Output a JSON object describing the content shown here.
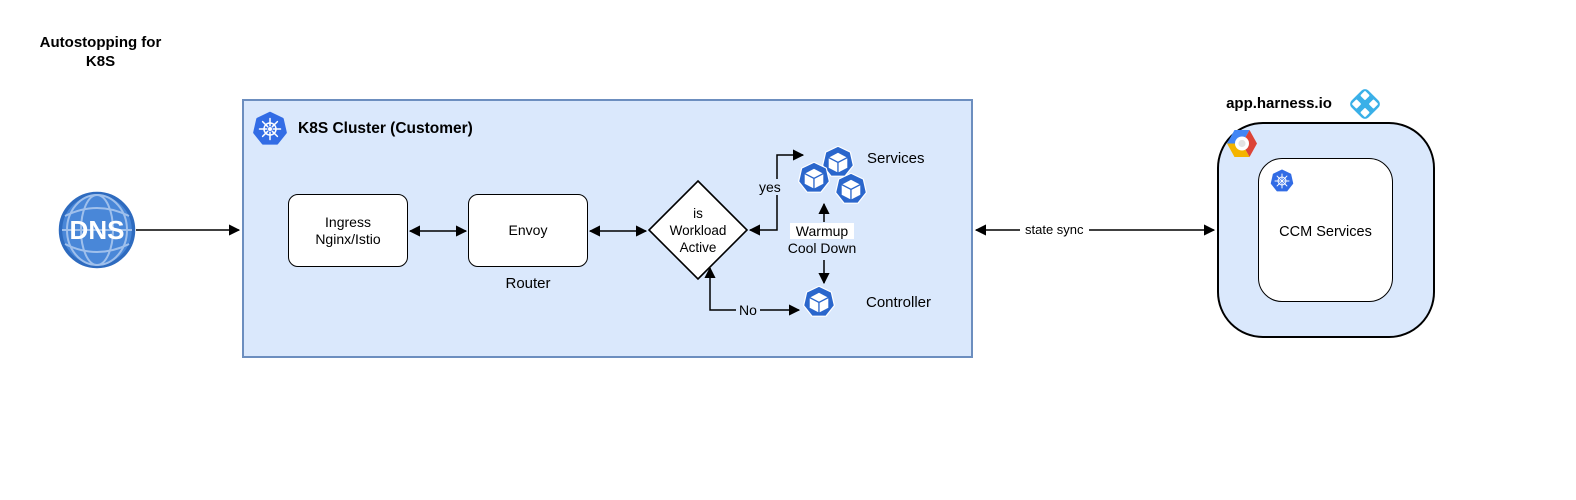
{
  "diagram_title": "Autostopping for K8S",
  "dns": {
    "label": "DNS"
  },
  "cluster": {
    "title": "K8S Cluster (Customer)",
    "ingress": {
      "line1": "Ingress",
      "line2": "Nginx/Istio"
    },
    "envoy": {
      "label": "Envoy",
      "caption": "Router"
    },
    "decision": {
      "line1": "is",
      "line2": "Workload",
      "line3": "Active"
    },
    "edges": {
      "yes": "yes",
      "no": "No",
      "warmup": "Warmup",
      "cooldown": "Cool Down"
    },
    "services": {
      "label": "Services"
    },
    "controller": {
      "label": "Controller"
    }
  },
  "sync": {
    "label": "state sync"
  },
  "harness": {
    "domain": "app.harness.io",
    "ccm": {
      "label": "CCM Services"
    }
  },
  "colors": {
    "cluster_fill": "#dae8fc",
    "cluster_border": "#6c8ebf",
    "kubernetes_blue": "#326ce5",
    "pod_blue": "#2a66cc",
    "dns_blue": "#4987d8",
    "harness_blue": "#3ab0e8",
    "gcp_blue": "#4286f5",
    "gcp_red": "#dc4437",
    "gcp_yellow": "#f4b400",
    "arrow": "#000000"
  }
}
